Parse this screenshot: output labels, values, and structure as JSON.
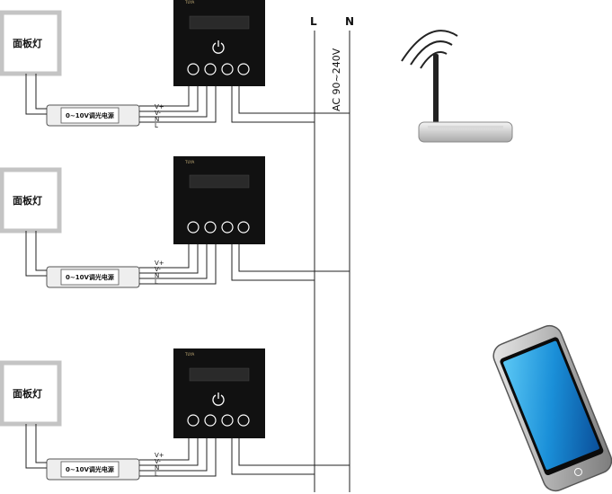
{
  "bus": {
    "live_label": "L",
    "neutral_label": "N",
    "voltage_label": "AC  90~240V"
  },
  "units": [
    {
      "panel_label": "面板灯",
      "driver_label": "0~10V调光电源",
      "terminals": [
        "V+",
        "V-",
        "N",
        "L"
      ],
      "brand": "TUYA"
    },
    {
      "panel_label": "面板灯",
      "driver_label": "0~10V调光电源",
      "terminals": [
        "V+",
        "V-",
        "N",
        "L"
      ],
      "brand": "TUYA"
    },
    {
      "panel_label": "面板灯",
      "driver_label": "0~10V调光电源",
      "terminals": [
        "V+",
        "V-",
        "N",
        "L"
      ],
      "brand": "TUYA"
    }
  ],
  "icons": {
    "controller_buttons": [
      "scene-icon",
      "dining-icon",
      "leisure-icon",
      "sleep-icon"
    ],
    "power": "power-icon",
    "router": "wifi-router-icon",
    "phone": "smartphone-icon"
  }
}
